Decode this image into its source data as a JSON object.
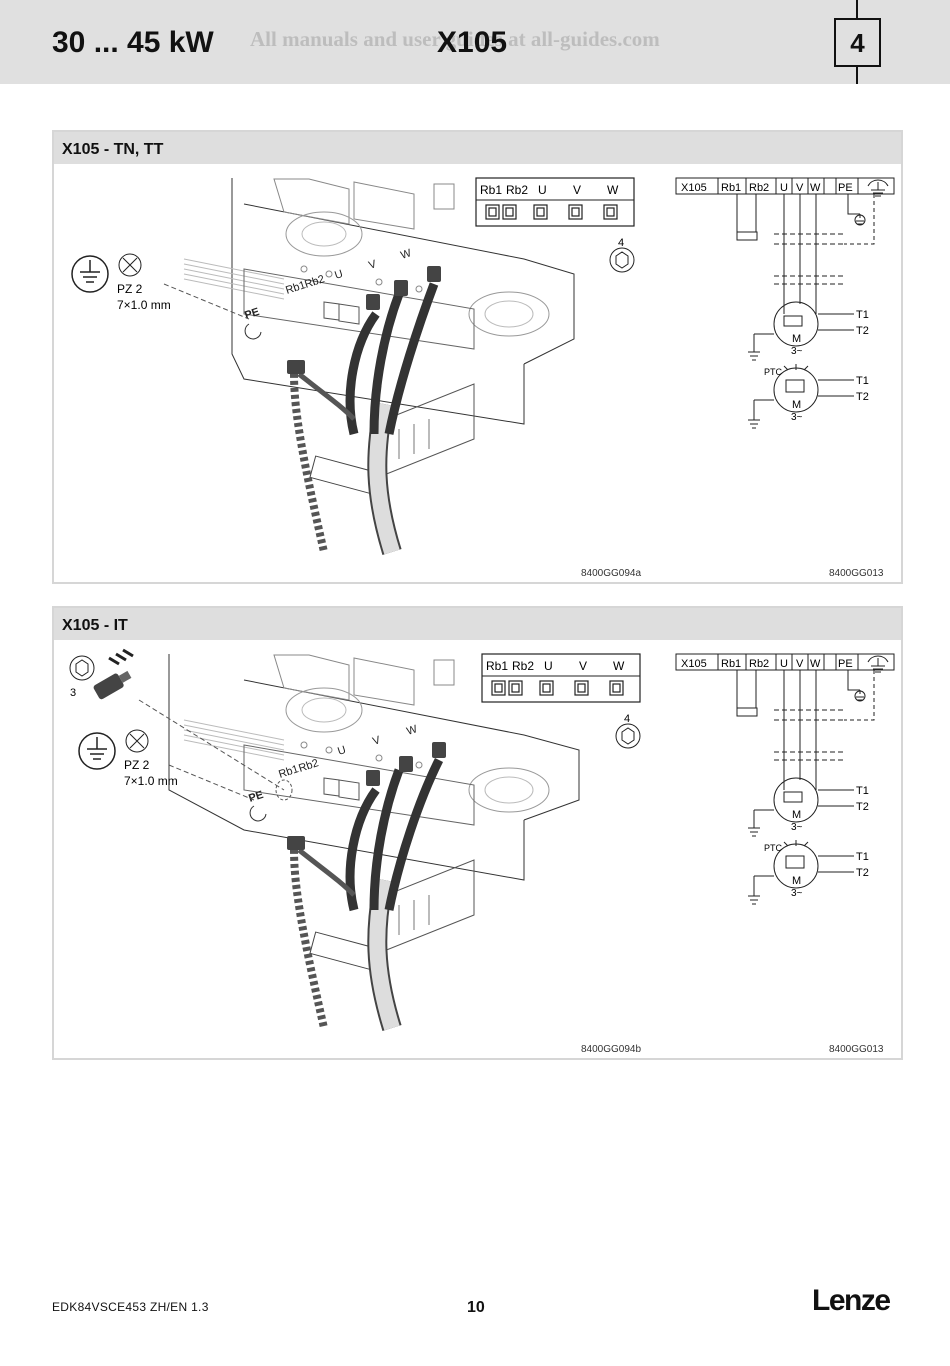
{
  "header": {
    "power_range": "30 ... 45 kW",
    "connector": "X105",
    "watermark": "All manuals and user guides at all-guides.com",
    "chapter": "4"
  },
  "panels": [
    {
      "title": "X105 - TN, TT",
      "terminal_strip": [
        "Rb1",
        "Rb2",
        "U",
        "V",
        "W"
      ],
      "tool_hex": "4",
      "ground_tool": "PZ 2",
      "torque": "7×1.0 mm",
      "pe_label": "PE",
      "device_labels": [
        "Rb1",
        "Rb2",
        "U",
        "V",
        "W"
      ],
      "figure_code": "8400GG094a",
      "schematic": {
        "terminals": [
          "X105",
          "Rb1",
          "Rb2",
          "U",
          "V",
          "W",
          "PE"
        ],
        "motor_label": "M",
        "motor_phase": "3~",
        "t1": "T1",
        "t2": "T2",
        "ptc_label": "PTC",
        "figure_code": "8400GG013"
      }
    },
    {
      "title": "X105 - IT",
      "screw_hex": "3",
      "terminal_strip": [
        "Rb1",
        "Rb2",
        "U",
        "V",
        "W"
      ],
      "tool_hex": "4",
      "ground_tool": "PZ 2",
      "torque": "7×1.0 mm",
      "pe_label": "PE",
      "device_labels": [
        "Rb1",
        "Rb2",
        "U",
        "V",
        "W"
      ],
      "figure_code": "8400GG094b",
      "schematic": {
        "terminals": [
          "X105",
          "Rb1",
          "Rb2",
          "U",
          "V",
          "W",
          "PE"
        ],
        "motor_label": "M",
        "motor_phase": "3~",
        "t1": "T1",
        "t2": "T2",
        "ptc_label": "PTC",
        "figure_code": "8400GG013"
      }
    }
  ],
  "footer": {
    "doc_id": "EDK84VSCE453  ZH/EN  1.3",
    "page": "10",
    "logo": "Lenze"
  }
}
